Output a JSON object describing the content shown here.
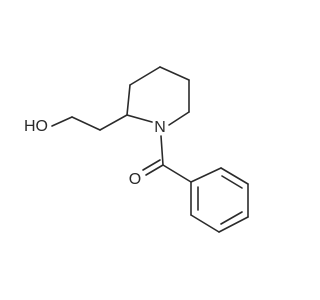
{
  "molecule": {
    "atoms": {
      "hydroxyl": "HO",
      "nitrogen": "N",
      "carbonyl_oxygen": "O"
    },
    "colors": {
      "bond": "#2b2b2b",
      "background": "#ffffff"
    }
  }
}
